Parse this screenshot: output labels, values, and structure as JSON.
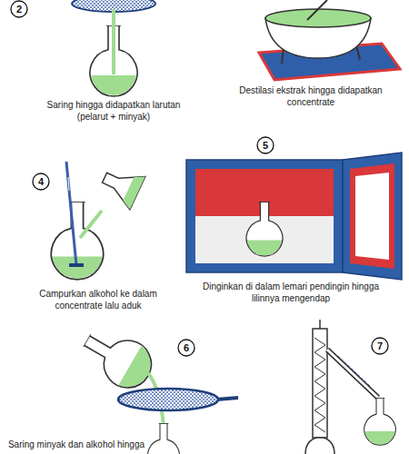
{
  "diagram": {
    "labels": [
      "2",
      "Saring hingga didapatkan larutan (pelarut + minyak)",
      "Destilasi ekstrak hingga didapatkan concentrate",
      "5",
      "4",
      "Campurkan alkohol ke dalam concentrate lalu aduk",
      "Dinginkan di dalam lemari pendingin hingga lilinnya mengendap",
      "6",
      "7",
      "Saring minyak dan alkohol hingga"
    ]
  }
}
